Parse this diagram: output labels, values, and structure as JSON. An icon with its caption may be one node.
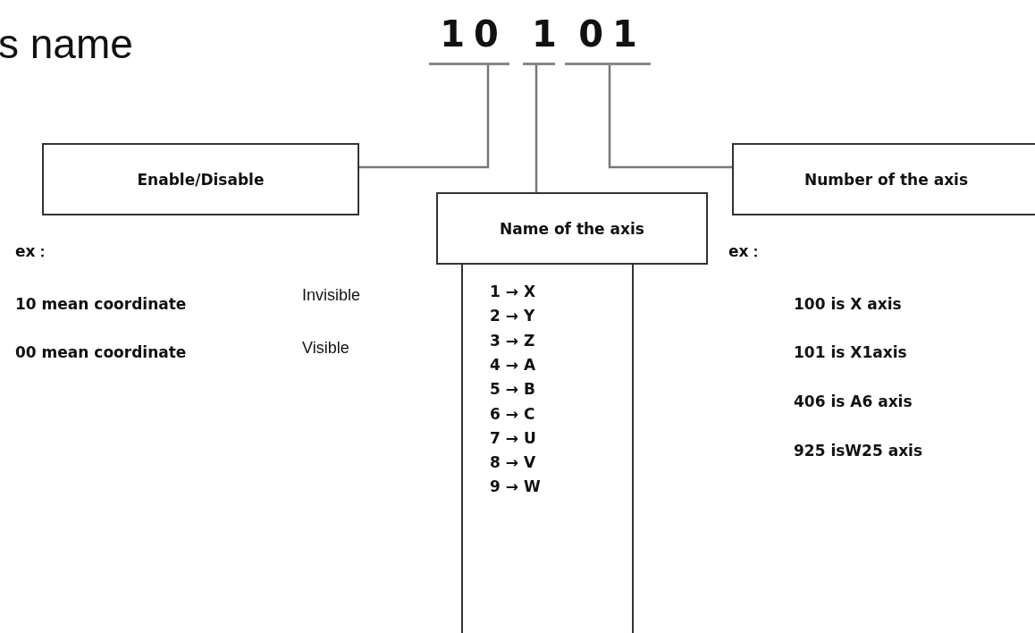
{
  "diagram": {
    "nodes": [
      {
        "text": [
          "10"
        ]
      },
      {
        "text": [
          "1"
        ]
      },
      {
        "text": [
          "01"
        ]
      },
      {
        "text": [
          "Enable/Disable"
        ]
      },
      {
        "text": [
          "Number of the axis"
        ]
      },
      {
        "text": [
          "Name of the axis"
        ]
      },
      {
        "text": [
          "1 → X",
          "2 → Y",
          "3 → Z",
          "4 → A",
          "5 → B",
          "6 → C",
          "7 → U",
          "8 → V",
          "9 → W"
        ]
      }
    ],
    "edges": [
      {
        "from": 0,
        "to": 3,
        "arrow": "none"
      },
      {
        "from": 1,
        "to": 5,
        "arrow": "none"
      },
      {
        "from": 2,
        "to": 4,
        "arrow": "none"
      }
    ],
    "labels": [
      "s name",
      "ex：",
      "10 mean coordinate",
      "Invisible",
      "00 mean coordinate",
      "Visible",
      "ex：",
      "100 is X axis",
      "101 is X1axis",
      "406 is A6 axis",
      "925 isW25 axis"
    ]
  }
}
